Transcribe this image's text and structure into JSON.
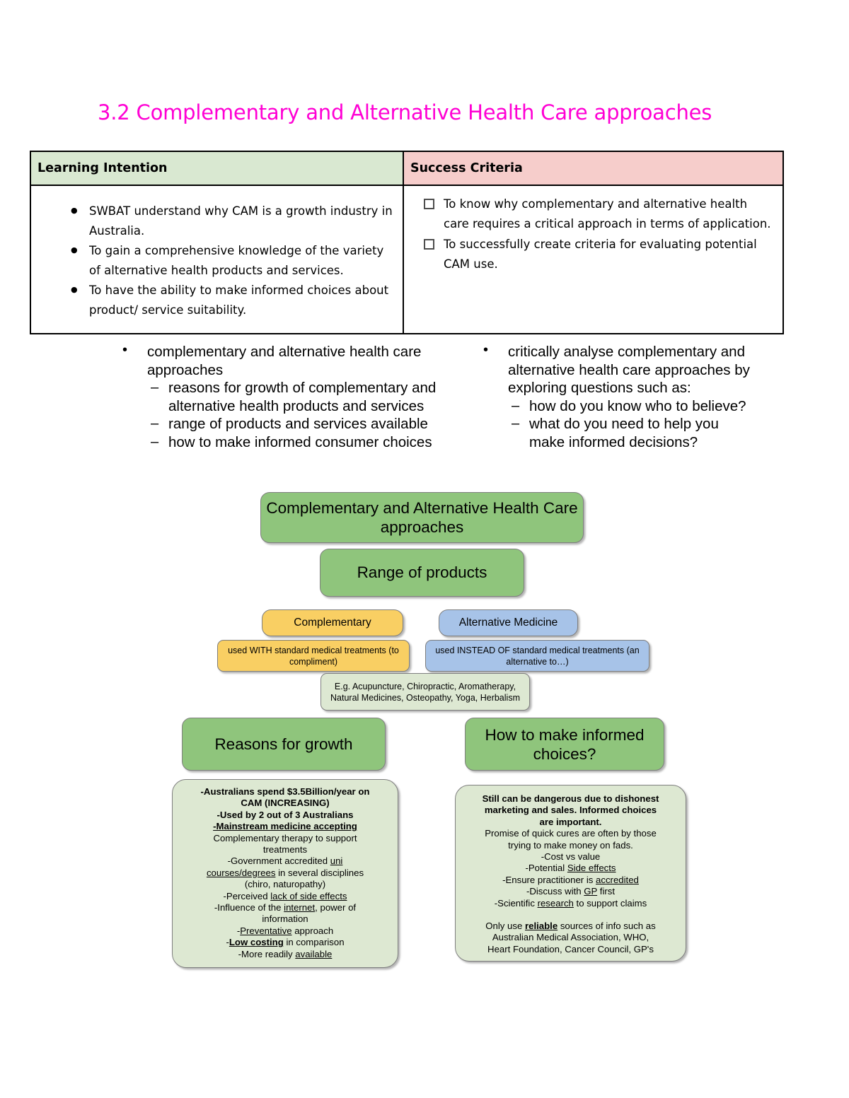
{
  "document": {
    "title": "3.2 Complementary and Alternative Health Care approaches",
    "title_color": "#ff00d4"
  },
  "learning_table": {
    "headers": {
      "left": "Learning Intention",
      "right": "Success Criteria"
    },
    "header_colors": {
      "left_bg": "#d9e8d1",
      "right_bg": "#f6cdcb"
    },
    "learning_intentions": [
      "SWBAT understand why CAM is a growth industry in Australia.",
      "To gain a comprehensive knowledge of the variety of alternative health products and services.",
      "To have the ability to make informed choices about product/ service suitability."
    ],
    "success_criteria": [
      "To know why complementary and alternative health care requires a critical approach in terms of application.",
      "To successfully create criteria for evaluating potential CAM use."
    ]
  },
  "syllabus": {
    "left": {
      "heading": "complementary and alternative health care approaches",
      "subpoints": [
        "reasons for growth of complementary and alternative health products and services",
        "range of products and services available",
        "how to make informed consumer choices"
      ]
    },
    "right": {
      "heading": "critically analyse complementary and alternative health care approaches by exploring questions such as:",
      "subpoints": [
        "how do you know who to believe?",
        "what do you need to help you make informed decisions?"
      ]
    }
  },
  "diagram": {
    "colors": {
      "green": "#8fc57c",
      "yellow": "#f9cf63",
      "blue": "#a7c3e8",
      "pale_green": "#dde8d2"
    },
    "root": "Complementary and Alternative Health Care approaches",
    "range_of_products": "Range of products",
    "complementary": {
      "label": "Complementary",
      "detail": "used WITH standard medical treatments (to compliment)"
    },
    "alternative": {
      "label": "Alternative Medicine",
      "detail": "used INSTEAD OF standard medical treatments (an alternative to…)"
    },
    "examples": "E.g. Acupuncture, Chiropractic, Aromatherapy, Natural Medicines, Osteopathy, Yoga, Herbalism",
    "reasons_for_growth": {
      "title": "Reasons for growth",
      "lines": [
        "-Australians spend $3.5Billion/year on",
        "CAM (INCREASING)",
        "-Used by 2 out of 3 Australians",
        "-Mainstream medicine accepting",
        "Complementary therapy to support",
        "treatments",
        "-Government accredited uni",
        "courses/degrees in several disciplines",
        "(chiro, naturopathy)",
        "-Perceived lack of side effects",
        "-Influence of the internet, power of",
        "information",
        "-Preventative approach",
        "-Low costing in comparison",
        "-More readily available"
      ]
    },
    "informed_choices": {
      "title": "How to make informed choices?",
      "lines": [
        "Still can be dangerous due to dishonest",
        "marketing and sales. Informed choices",
        "are important.",
        "Promise of quick cures are often by those",
        "trying to make money on fads.",
        "-Cost vs value",
        "-Potential Side effects",
        "-Ensure practitioner is accredited",
        "-Discuss with GP first",
        "-Scientific research to support claims",
        "Only use reliable sources of info such as",
        "Australian Medical Association, WHO,",
        "Heart Foundation, Cancer Council, GP's"
      ]
    }
  }
}
